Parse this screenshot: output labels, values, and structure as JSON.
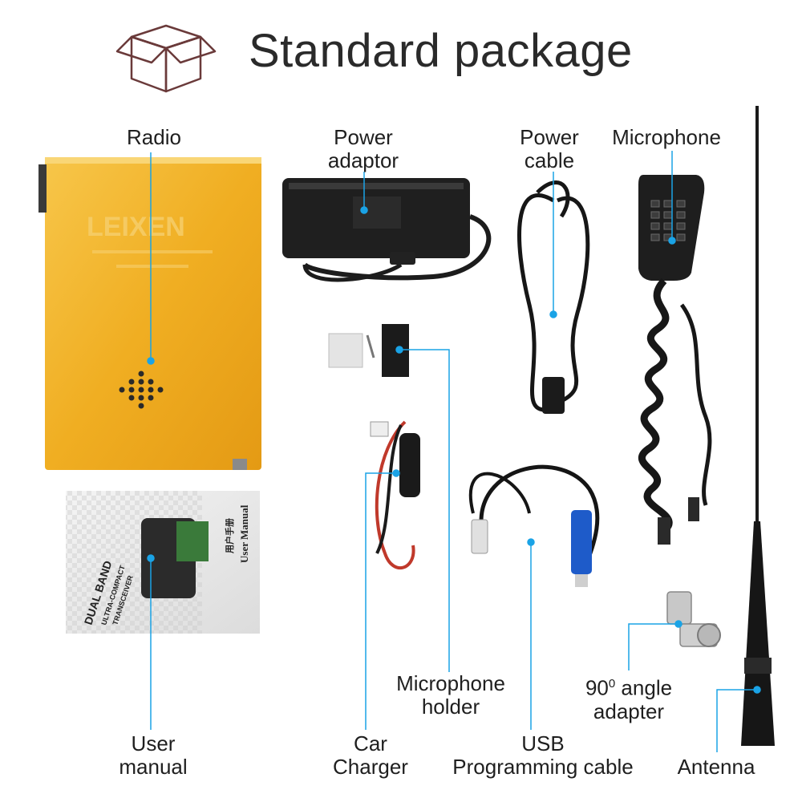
{
  "header": {
    "title": "Standard package"
  },
  "radio": {
    "brand_watermark": "LEIXEN"
  },
  "manual_cover": {
    "cover_line_1": "DUAL BAND",
    "cover_line_2": "ULTRA-COMPACT",
    "cover_line_3": "TRANSCEIVER",
    "cover_title_en": "User Manual",
    "cover_title_cn": "用户手册"
  },
  "labels": {
    "radio": "Radio",
    "power_adaptor": [
      "Power",
      "adaptor"
    ],
    "power_cable": [
      "Power",
      "cable"
    ],
    "microphone": "Microphone",
    "microphone_holder": [
      "Microphone",
      "holder"
    ],
    "angle_adapter": {
      "deg_number": "90",
      "deg_sup": "0",
      "line1_rest": " angle",
      "line2": "adapter"
    },
    "user_manual": [
      "User",
      "manual"
    ],
    "car_charger": [
      "Car",
      "Charger"
    ],
    "usb_cable": [
      "USB",
      "Programming cable"
    ],
    "antenna": "Antenna"
  },
  "colors": {
    "callout": "#1aa3e6",
    "radio_body": "#f2b224",
    "background": "#ffffff"
  }
}
